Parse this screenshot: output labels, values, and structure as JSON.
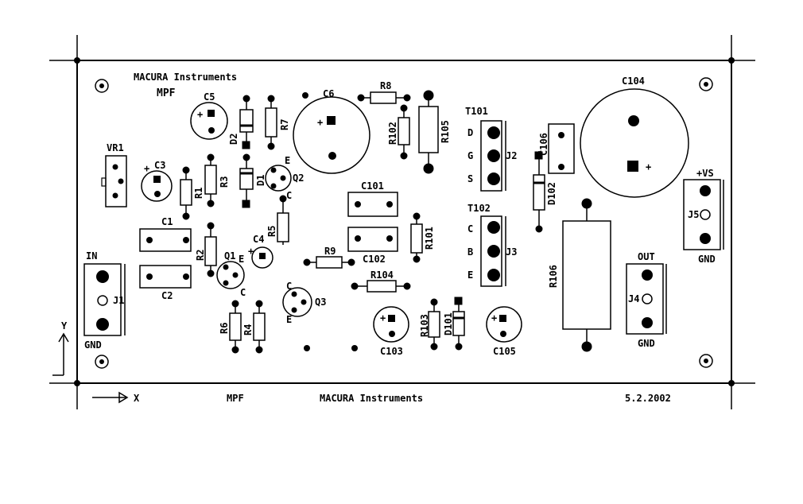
{
  "header": {
    "company": "MACURA Instruments",
    "project": "MPF"
  },
  "footer": {
    "project": "MPF",
    "company": "MACURA Instruments",
    "date": "5.2.2002"
  },
  "axes": {
    "y": "Y",
    "x": "X"
  },
  "components": {
    "c5": "C5",
    "c6": "C6",
    "r8": "R8",
    "t101": "T101",
    "c104": "C104",
    "d2": "D2",
    "r7": "R7",
    "r102": "R102",
    "r105": "R105",
    "c106": "C106",
    "vr1": "VR1",
    "c3": "C3",
    "r1": "R1",
    "r3": "R3",
    "d1": "D1",
    "q2": "Q2",
    "c101": "C101",
    "d102": "D102",
    "vs_label": "+VS",
    "j5": "J5",
    "gnd_vs": "GND",
    "c1": "C1",
    "r5": "R5",
    "c4": "C4",
    "r101": "R101",
    "c102": "C102",
    "t102": "T102",
    "r2": "R2",
    "q1": "Q1",
    "r9": "R9",
    "in_label": "IN",
    "j1": "J1",
    "gnd_in": "GND",
    "c2": "C2",
    "r104": "R104",
    "r106": "R106",
    "out_label": "OUT",
    "j4": "J4",
    "gnd_out": "GND",
    "q3": "Q3",
    "r6": "R6",
    "r4": "R4",
    "r103": "R103",
    "d101": "D101",
    "c103": "C103",
    "c105": "C105",
    "j2": "J2",
    "j3": "J3"
  },
  "pins": {
    "d": "D",
    "g": "G",
    "s": "S",
    "c": "C",
    "b": "B",
    "e": "E",
    "q2_e": "E",
    "q2_c": "C",
    "q1_e": "E",
    "q1_c": "C",
    "q3_c": "C",
    "q3_e": "E"
  },
  "polarity": {
    "c5": "+",
    "c6": "+",
    "c104": "+",
    "c3": "+",
    "c4": "+",
    "c103": "+",
    "c105": "+"
  }
}
